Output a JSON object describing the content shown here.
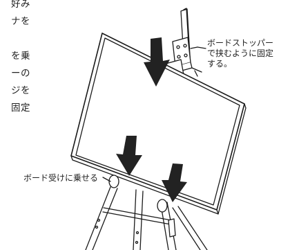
{
  "instructions": {
    "lines": [
      "好み",
      "ナを",
      "",
      "を乗",
      "ーの",
      "ジを",
      "固定"
    ]
  },
  "callouts": {
    "board_stopper": [
      "ボードストッパー",
      "で挟むように固定",
      "する。"
    ],
    "board_rest": "ボード受けに乗せる"
  },
  "colors": {
    "line": "#1a1a1a",
    "arrow": "#222222",
    "background": "#ffffff"
  }
}
